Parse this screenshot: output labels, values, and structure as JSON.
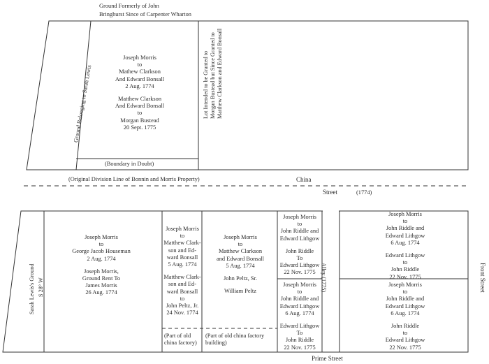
{
  "header": {
    "line1": "Ground Formerly of John",
    "line2": "Bringhurst Since of Carpenter Wharton"
  },
  "upper_block": {
    "sarah_lewis_ground": "Ground Belonging to Sarah Lewis",
    "deed1": [
      "Joseph Morris",
      "to",
      "Mathew Clarkson",
      "And Edward Bonsall",
      "2 Aug. 1774"
    ],
    "deed2": [
      "Matthew Clarkson",
      "And Edward Bonsall",
      "to",
      "Morgan Bustead",
      "20 Sept. 1775"
    ],
    "boundary": "(Boundary in Doubt)",
    "lot_intended": [
      "Lot Intended to be Granted to",
      "Morgan Bustead but Since Granted to",
      "Matthew Clarkson and Edward Bonsall"
    ]
  },
  "china_street": {
    "division_line": "(Original Division Line of Bonnin and Morris Property)",
    "china": "China",
    "street": "Street",
    "year": "(1774)"
  },
  "lower_block": {
    "sarah_lewis_ground": "Sarah Lewis's Ground",
    "bearing": "S 28° W",
    "lot1": [
      "Joseph Morris",
      "to",
      "George Jacob Houseman",
      "2 Aug. 1774"
    ],
    "lot1b": [
      "Joseph Morris,",
      "Ground Rent To",
      "James Morris",
      "26 Aug. 1774"
    ],
    "lot2": [
      "Joseph Morris",
      "to",
      "Matthew Clark-",
      "son and Ed-",
      "ward Bonsall",
      "5 Aug. 1774"
    ],
    "lot2b": [
      "Matthew Clark-",
      "son and Ed-",
      "ward Bonsall",
      "to",
      "John Peltz, Jr.",
      "24 Nov. 1774"
    ],
    "lot2c": [
      "(Part of old",
      "china factory)"
    ],
    "lot3": [
      "Joseph Morris",
      "to",
      "Matthew Clarkson",
      "and Edward Bonsall",
      "5 Aug. 1774"
    ],
    "lot3b": [
      "John Peltz, Sr."
    ],
    "lot3c": [
      "William Peltz"
    ],
    "lot3d": [
      "(Part of old china factory",
      "building)"
    ],
    "lot4a": [
      "Joseph Morris",
      "to",
      "John Riddle and",
      "Edward Lithgow"
    ],
    "lot4b": [
      "John Riddle",
      "To",
      "Edward Lithgow",
      "22 Nov. 1775"
    ],
    "lot4c": [
      "Joseph Morris",
      "to",
      "John Riddle and",
      "Edward Lithgow",
      "6 Aug. 1774"
    ],
    "lot4d": [
      "Edward Lithgow",
      "To",
      "John Riddle",
      "22 Nov. 1775"
    ],
    "alley": "Alley (1775)",
    "lot5a": [
      "Joseph Morris",
      "to",
      "John Riddle and",
      "Edward Lithgow",
      "6 Aug. 1774"
    ],
    "lot5b": [
      "Edward Lithgow",
      "to",
      "John Riddle",
      "22 Nov. 1775"
    ],
    "lot5c": [
      "Joseph Morris",
      "to",
      "John Riddle and",
      "Edward Lithgow",
      "6 Aug. 1774"
    ],
    "lot5d": [
      "John Riddle",
      "to",
      "Edward Lithgow",
      "22 Nov. 1775"
    ],
    "front_street": "Front Street",
    "prime_street": "Prime Street"
  }
}
